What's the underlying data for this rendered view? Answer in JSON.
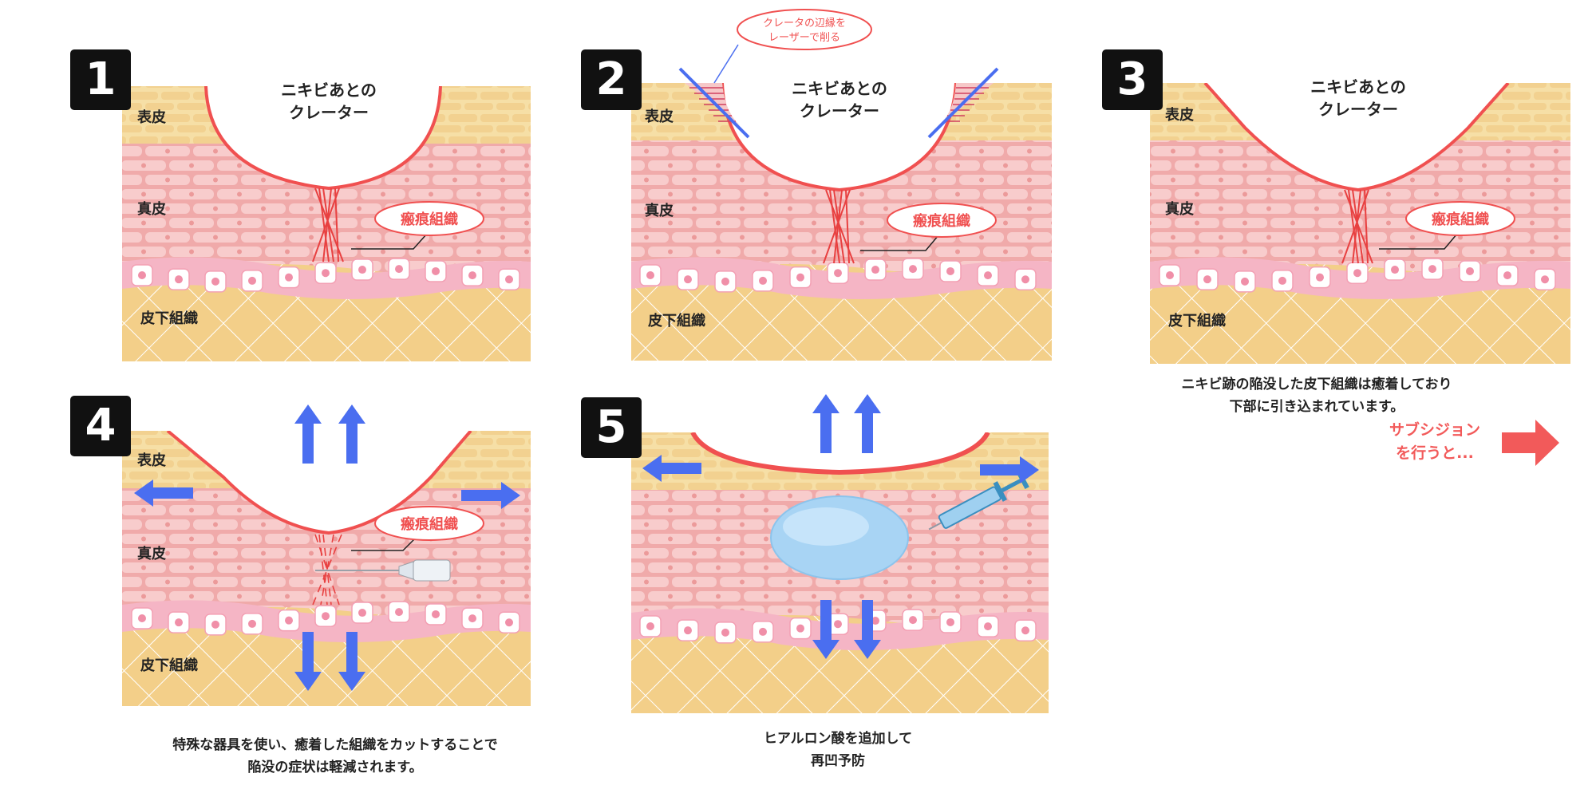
{
  "steps": [
    {
      "number": "1",
      "crater_label": [
        "ニキビあとの",
        "クレーター"
      ],
      "layers": {
        "epidermis": "表皮",
        "dermis": "真皮",
        "subcutis": "皮下組織"
      },
      "scar_label": "瘢痕組織"
    },
    {
      "number": "2",
      "crater_label": [
        "ニキビあとの",
        "クレーター"
      ],
      "layers": {
        "epidermis": "表皮",
        "dermis": "真皮",
        "subcutis": "皮下組織"
      },
      "scar_label": "瘢痕組織",
      "callout": [
        "クレータの辺縁を",
        "レーザーで削る"
      ]
    },
    {
      "number": "3",
      "crater_label": [
        "ニキビあとの",
        "クレーター"
      ],
      "layers": {
        "epidermis": "表皮",
        "dermis": "真皮",
        "subcutis": "皮下組織"
      },
      "scar_label": "瘢痕組織"
    },
    {
      "number": "4",
      "layers": {
        "epidermis": "表皮",
        "dermis": "真皮",
        "subcutis": "皮下組織"
      },
      "scar_label": "瘢痕組織"
    },
    {
      "number": "5"
    }
  ],
  "captions": {
    "step3": [
      "ニキビ跡の陥没した皮下組織は癒着しており",
      "下部に引き込まれています。"
    ],
    "next": [
      "サブシジョン",
      "を行うと..."
    ],
    "step4": [
      "特殊な器具を使い、癒着した組織をカットすることで",
      "陥没の症状は軽減されます。"
    ],
    "step5": [
      "ヒアルロン酸を追加して",
      "再凹予防"
    ]
  },
  "colors": {
    "epidermis": "#f6dfa6",
    "dermis": "#f0aaaa",
    "subcutis": "#f3cf89",
    "crater_line": "#f05050",
    "arrow": "#4a6ef0",
    "accent_red": "#f25a5a"
  }
}
